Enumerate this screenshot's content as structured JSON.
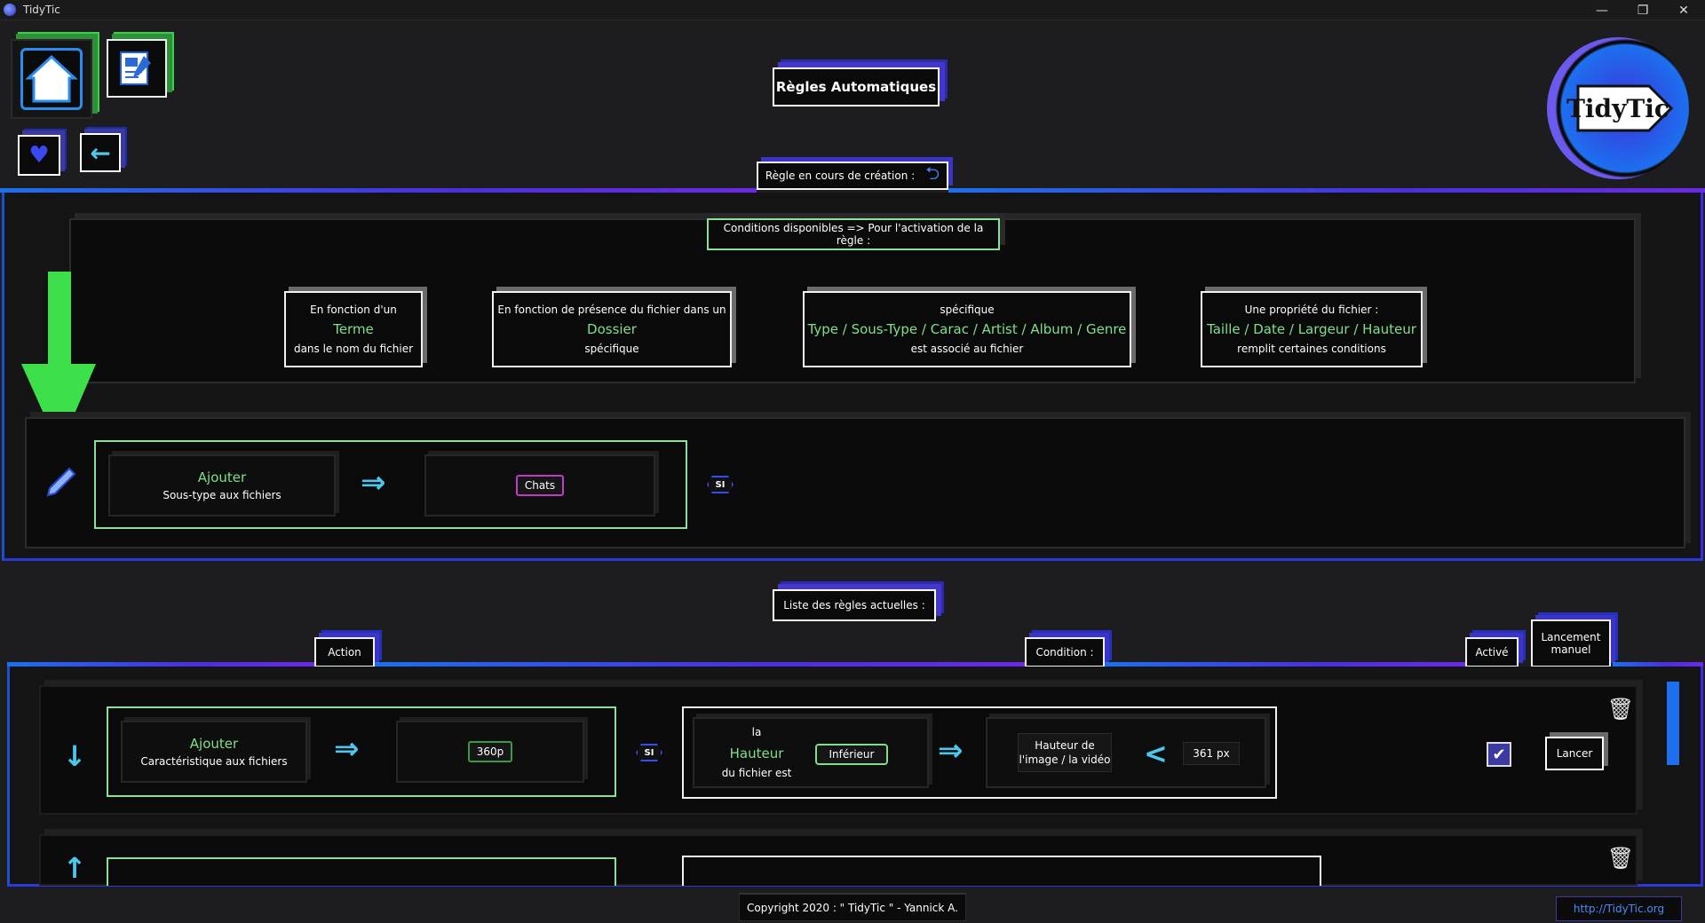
{
  "window": {
    "title": "TidyTic",
    "min": "—",
    "restore": "❐",
    "close": "✕"
  },
  "nav": {
    "home": "⌂",
    "edit": "✎",
    "favorite": "♥",
    "back": "←"
  },
  "page": {
    "title": "Règles Automatiques"
  },
  "logo": {
    "text": "TidyTic"
  },
  "creation": {
    "tab_label": "Règle en cours de création :",
    "conditions_header": "Conditions disponibles => Pour l'activation de la règle :",
    "cards": [
      {
        "line1": "En fonction d'un",
        "line2": "Terme",
        "line3": "dans le nom du fichier"
      },
      {
        "line1": "En fonction de présence du fichier dans un",
        "line2": "Dossier",
        "line3": "spécifique"
      },
      {
        "line1": "spécifique",
        "line2": "Type / Sous-Type / Carac / Artist / Album / Genre",
        "line3": "est associé au fichier"
      },
      {
        "line1": "Une propriété du fichier :",
        "line2": "Taille / Date / Largeur / Hauteur",
        "line3": "remplit certaines conditions"
      }
    ],
    "rule": {
      "action_title": "Ajouter",
      "action_sub": "Sous-type aux fichiers",
      "value": "Chats",
      "si": "SI"
    }
  },
  "list": {
    "header": "Liste des règles actuelles :",
    "col_action": "Action",
    "col_condition": "Condition :",
    "col_active": "Activé",
    "col_manual": "Lancement manuel",
    "rules": [
      {
        "action_title": "Ajouter",
        "action_sub": "Caractéristique aux fichiers",
        "value": "360p",
        "si": "SI",
        "cond_line1": "la",
        "cond_line2": "Hauteur",
        "cond_line3": "du fichier est",
        "comparator": "Inférieur",
        "target_line1": "Hauteur de",
        "target_line2": "l'image / la vidéo",
        "lt": "<",
        "threshold": "361 px",
        "launch": "Lancer"
      }
    ]
  },
  "footer": {
    "copyright": "Copyright 2020 : \" TidyTic \" - Yannick A.",
    "url": "http://TidyTic.org"
  },
  "colors": {
    "green": "#7ee08a",
    "blue": "#1d6ff0",
    "purple": "#6a2ae8",
    "accent_green": "#3bd04a"
  }
}
